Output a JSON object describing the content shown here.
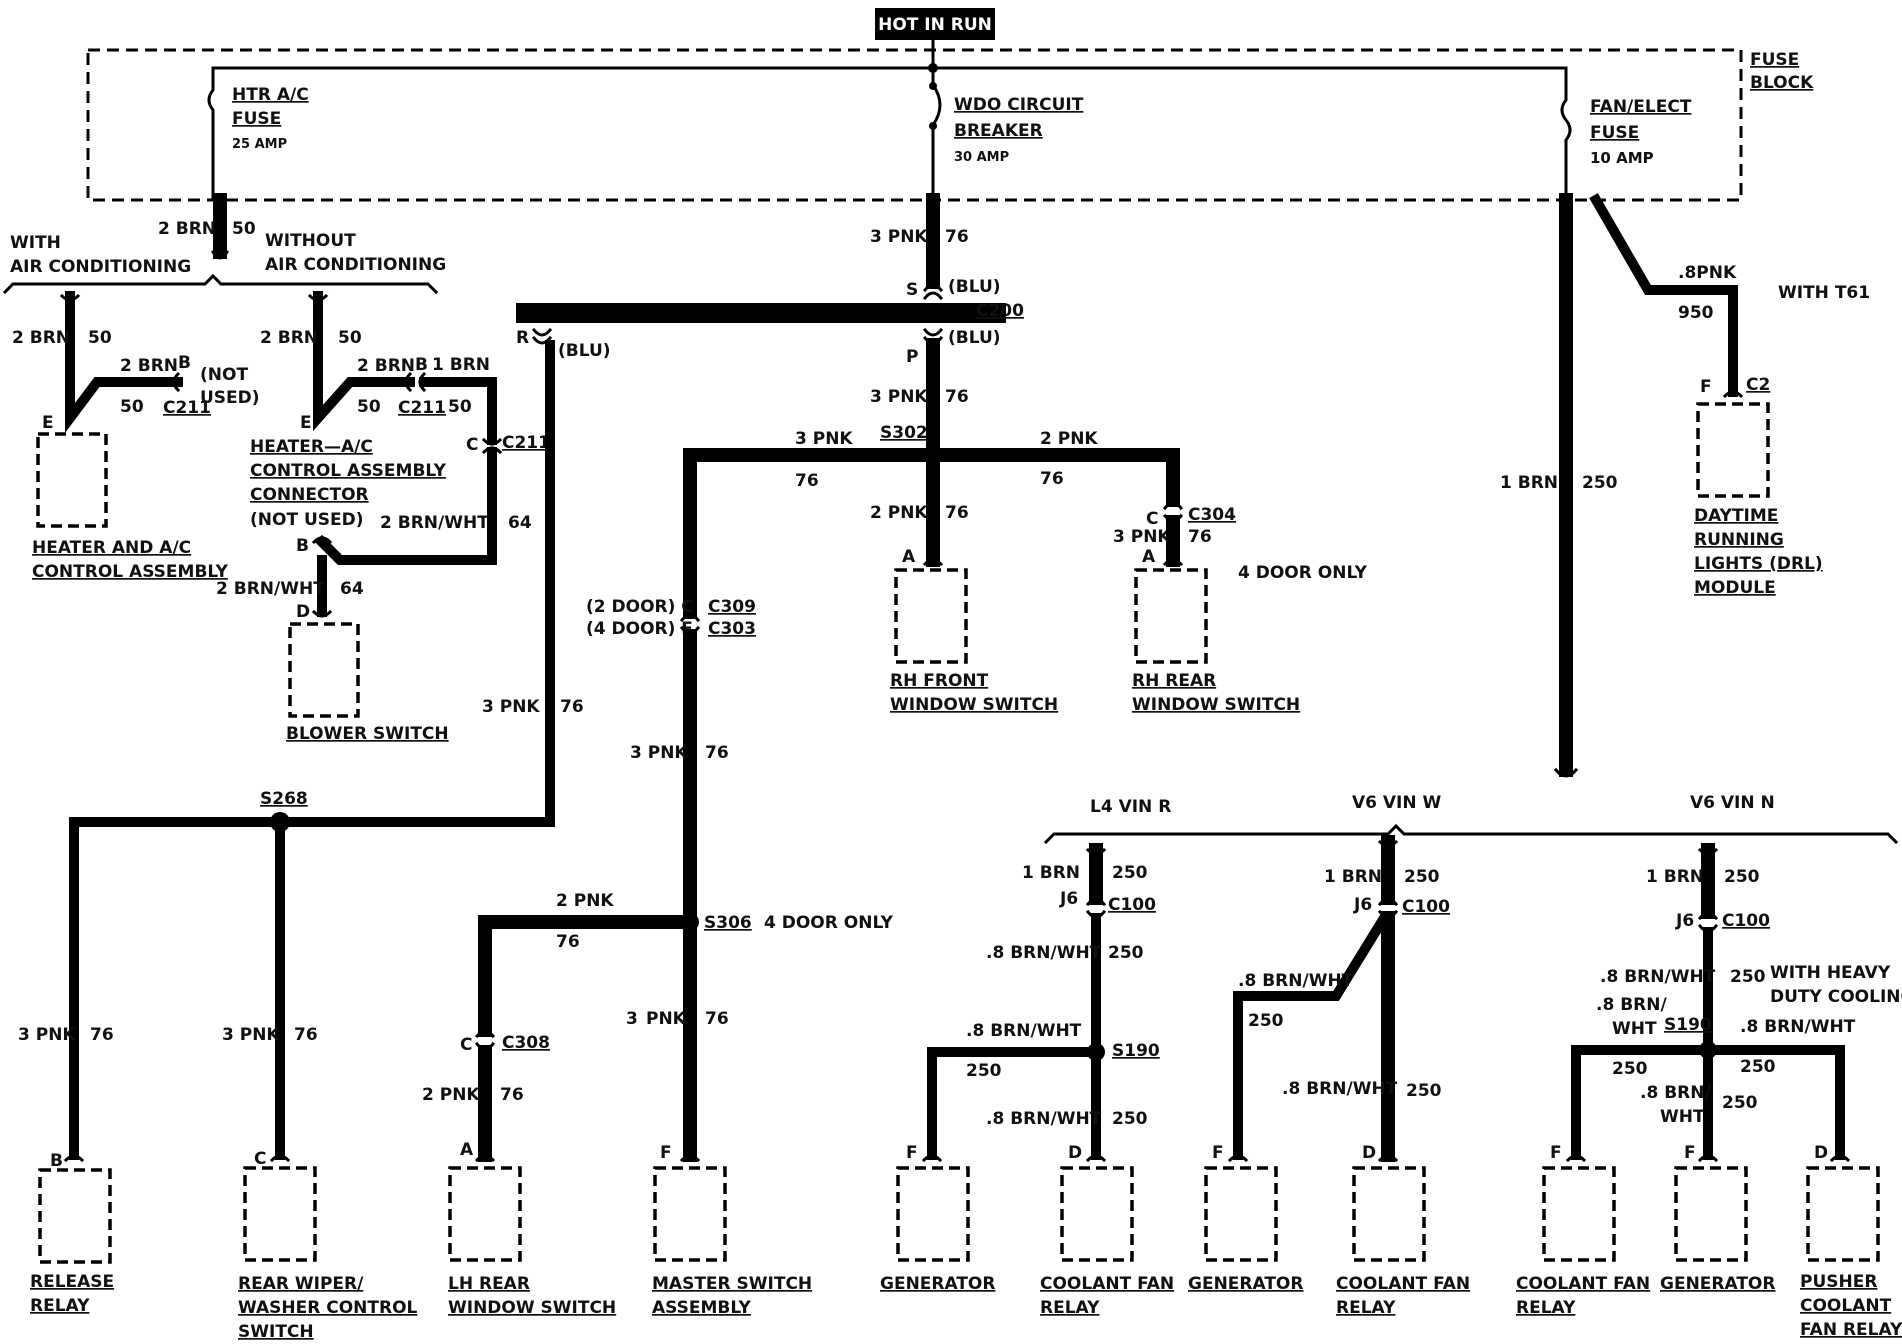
{
  "header": {
    "hot_in_run": "HOT IN RUN"
  },
  "fuse_block": {
    "label_line1": "FUSE",
    "label_line2": "BLOCK",
    "htr": {
      "l1": "HTR A/C",
      "l2": "FUSE",
      "l3": "25 AMP"
    },
    "wdo": {
      "l1": "WDO CIRCUIT",
      "l2": "BREAKER",
      "l3": "30 AMP"
    },
    "fan": {
      "l1": "FAN/ELECT",
      "l2": "FUSE",
      "l3": "10 AMP"
    }
  },
  "wires": {
    "brn2_top": "2 BRN",
    "c50_top": "50",
    "pnk3_top": "3 PNK",
    "c76_top": "76",
    "pnk8": ".8PNK",
    "c950": "950",
    "with_t61": "WITH T61",
    "brn1_main": "1 BRN",
    "c250_main": "250",
    "hvac_brn_l": "2 BRN",
    "hvac_50_l": "50",
    "hvac_brn_b": "2 BRN",
    "hvac_50_b": "50",
    "hvac2_brn_l": "2 BRN",
    "hvac2_50_l": "50",
    "hvac2_brn_b": "2 BRN",
    "hvac2_50_b": "50",
    "brn1_b": "1 BRN",
    "c50_b": "50",
    "brnwht2_a": "2 BRN/WHT",
    "c64_a": "64",
    "brnwht2_b": "2 BRN/WHT",
    "c64_b": "64",
    "pnk3_p": "3 PNK",
    "c76_p": "76",
    "pnk3_s302": "3 PNK",
    "c76_s302": "76",
    "pnk2_s302": "2 PNK",
    "c76_s302r": "76",
    "pnk2_rhf": "2 PNK",
    "c76_rhf": "76",
    "pnk3_rhr": "3 PNK",
    "c76_rhr": "76",
    "pnk3_r": "3 PNK",
    "c76_r": "76",
    "pnk3_mid": "3 PNK",
    "c76_mid": "76",
    "pnk2_s306": "2 PNK",
    "c76_s306": "76",
    "pnk3_ms": "3",
    "pnk3_ms2": "PNK",
    "c76_ms": "76",
    "pnk2_lh": "2 PNK",
    "c76_lh": "76",
    "pnk3_rel": "3 PNK",
    "c76_rel": "76",
    "pnk3_wip": "3 PNK",
    "c76_wip": "76"
  },
  "connectors": {
    "s": "S",
    "blu1": "(BLU)",
    "c200": "C200",
    "p": "P",
    "blu2": "(BLU)",
    "r": "R",
    "blu3": "(BLU)",
    "s302": "S302",
    "b1": "B",
    "not_used_1": "(NOT",
    "not_used_2": "USED)",
    "c211_a": "C211",
    "e1": "E",
    "e2": "E",
    "b2": "B",
    "c211_b": "C211",
    "c_c211": "C",
    "c211_c": "C211",
    "b3": "B",
    "d1": "D",
    "c_c304": "C",
    "c304": "C304",
    "a_rhr": "A",
    "a_rhf": "A",
    "two_door": "(2 DOOR) C",
    "four_door": "(4 DOOR) E",
    "c309": "C309",
    "c303": "C303",
    "s268": "S268",
    "s306": "S306",
    "c_c308": "C",
    "c308": "C308",
    "a_lh": "A",
    "b_rel": "B",
    "c_wip": "C",
    "f_ms": "F",
    "f_c2": "F",
    "c2": "C2"
  },
  "notes": {
    "with_ac_1": "WITH",
    "with_ac_2": "AIR CONDITIONING",
    "without_ac_1": "WITHOUT",
    "without_ac_2": "AIR CONDITIONING",
    "four_door_only_1": "4 DOOR ONLY",
    "four_door_only_2": "4 DOOR ONLY"
  },
  "components": {
    "heater_ac": {
      "l1": "HEATER AND A/C",
      "l2": "CONTROL ASSEMBLY"
    },
    "heater_conn": {
      "l1": "HEATER—A/C",
      "l2": "CONTROL ASSEMBLY",
      "l3": "CONNECTOR",
      "l4": "(NOT USED)"
    },
    "blower": {
      "l1": "BLOWER SWITCH"
    },
    "rh_front": {
      "l1": "RH FRONT",
      "l2": "WINDOW SWITCH"
    },
    "rh_rear": {
      "l1": "RH REAR",
      "l2": "WINDOW SWITCH"
    },
    "drl": {
      "l1": "DAYTIME",
      "l2": "RUNNING",
      "l3": "LIGHTS (DRL)",
      "l4": "MODULE"
    },
    "release": {
      "l1": "RELEASE",
      "l2": "RELAY"
    },
    "rear_wiper": {
      "l1": "REAR WIPER/",
      "l2": "WASHER CONTROL",
      "l3": "SWITCH"
    },
    "lh_rear": {
      "l1": "LH REAR",
      "l2": "WINDOW SWITCH"
    },
    "master": {
      "l1": "MASTER SWITCH",
      "l2": "ASSEMBLY"
    }
  },
  "engines": {
    "l4": {
      "title": "L4 VIN R",
      "brn": "1 BRN",
      "c250": "250",
      "j6": "J6",
      "c100": "C100",
      "bw1": ".8 BRN/WHT",
      "c250b": "250",
      "bw2": ".8 BRN/WHT",
      "c250c": "250",
      "s190": "S190",
      "bw3": ".8 BRN/WHT",
      "c250d": "250",
      "f": "F",
      "d": "D",
      "gen": "GENERATOR",
      "cfan1": "COOLANT FAN",
      "cfan2": "RELAY"
    },
    "v6w": {
      "title": "V6 VIN W",
      "brn": "1 BRN",
      "c250": "250",
      "j6": "J6",
      "c100": "C100",
      "bw1": ".8 BRN/WHT",
      "c250b": "250",
      "bw2": ".8 BRN/WHT",
      "c250c": "250",
      "f": "F",
      "d": "D",
      "gen": "GENERATOR",
      "cfan1": "COOLANT FAN",
      "cfan2": "RELAY"
    },
    "v6n": {
      "title": "V6 VIN N",
      "brn": "1 BRN",
      "c250": "250",
      "j6": "J6",
      "c100": "C100",
      "bw1": ".8 BRN/WHT",
      "c250b": "250",
      "heavy1": "WITH HEAVY",
      "heavy2": "DUTY COOLING",
      "bw2a": ".8 BRN/",
      "bw2b": "WHT",
      "s190": "S190",
      "bw3": ".8 BRN/WHT",
      "c250c": "250",
      "c250d": "250",
      "bw4a": ".8 BRN/",
      "bw4b": "WHT",
      "c250e": "250",
      "f": "F",
      "f2": "F",
      "d": "D",
      "cfan1": "COOLANT FAN",
      "cfan2": "RELAY",
      "gen": "GENERATOR",
      "push1": "PUSHER",
      "push2": "COOLANT",
      "push3": "FAN RELAY"
    }
  }
}
